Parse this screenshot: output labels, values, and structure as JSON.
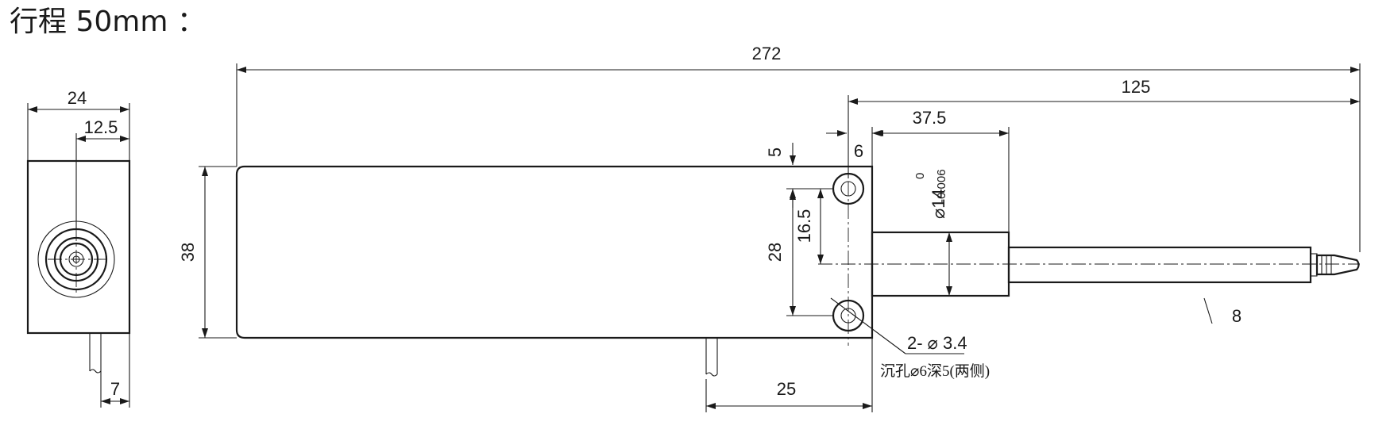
{
  "title": "行程 50mm ：",
  "dimensions": {
    "side_width": "24",
    "side_center": "12.5",
    "cable_offset": "7",
    "overall_length": "272",
    "probe_length": "125",
    "sleeve_length": "37.5",
    "hole_edge": "5",
    "flange_thickness": "6",
    "body_height": "38",
    "hole_spacing": "28",
    "hole_to_axis": "16.5",
    "cable_position": "25",
    "stroke_marker": "8",
    "sleeve_dia": "⌀14",
    "sleeve_tol_upper": "0",
    "sleeve_tol_lower": "-0.006",
    "hole_callout": "2- ⌀ 3.4",
    "hole_note": "沉孔⌀6深5(两侧)"
  }
}
